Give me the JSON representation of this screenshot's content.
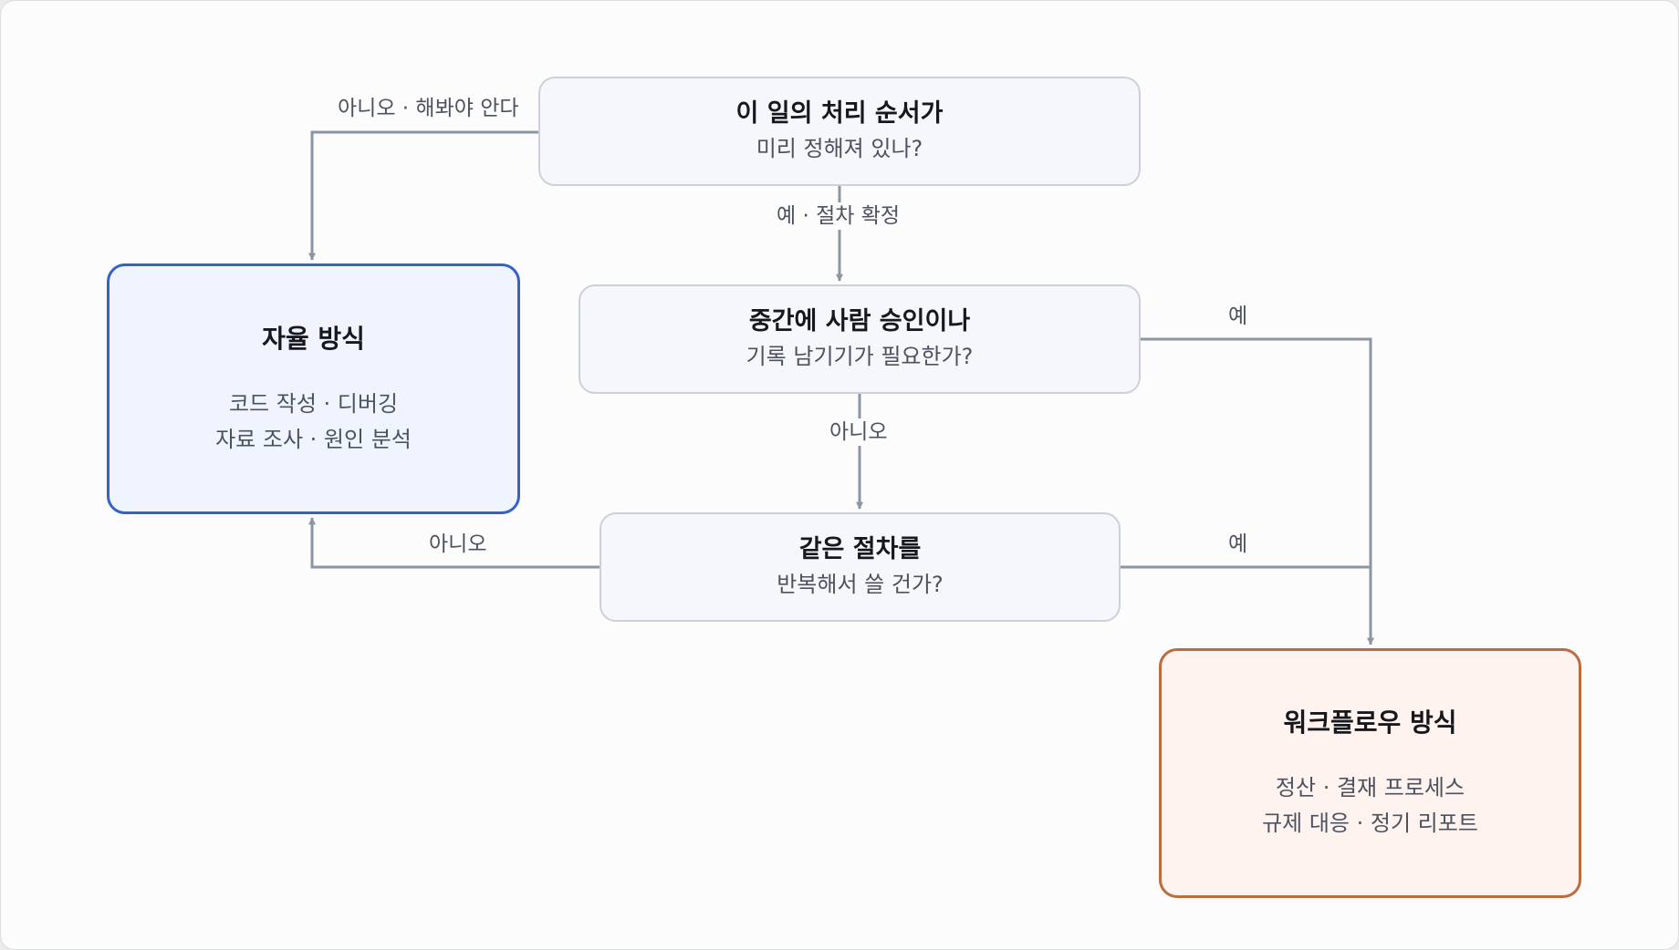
{
  "nodes": {
    "q1": {
      "title": "이 일의 처리 순서가",
      "subtitle": "미리 정해져 있나?"
    },
    "q2": {
      "title": "중간에 사람 승인이나",
      "subtitle": "기록 남기기가 필요한가?"
    },
    "q3": {
      "title": "같은 절차를",
      "subtitle": "반복해서 쓸 건가?"
    },
    "autonomous": {
      "title": "자율 방식",
      "examples": [
        "코드 작성 · 디버깅",
        "자료 조사 · 원인 분석"
      ]
    },
    "workflow": {
      "title": "워크플로우 방식",
      "examples": [
        "정산 · 결재 프로세스",
        "규제 대응 · 정기 리포트"
      ]
    }
  },
  "edges": {
    "q1_no": "아니오 · 해봐야 안다",
    "q1_yes": "예 · 절차 확정",
    "q2_yes": "예",
    "q2_no": "아니오",
    "q3_no": "아니오",
    "q3_yes": "예"
  },
  "colors": {
    "autonomous_border": "#3563c5",
    "autonomous_fill": "#eff4fe",
    "workflow_border": "#bd6c3f",
    "workflow_fill": "#fef3ee",
    "connector": "#8d95a3"
  }
}
